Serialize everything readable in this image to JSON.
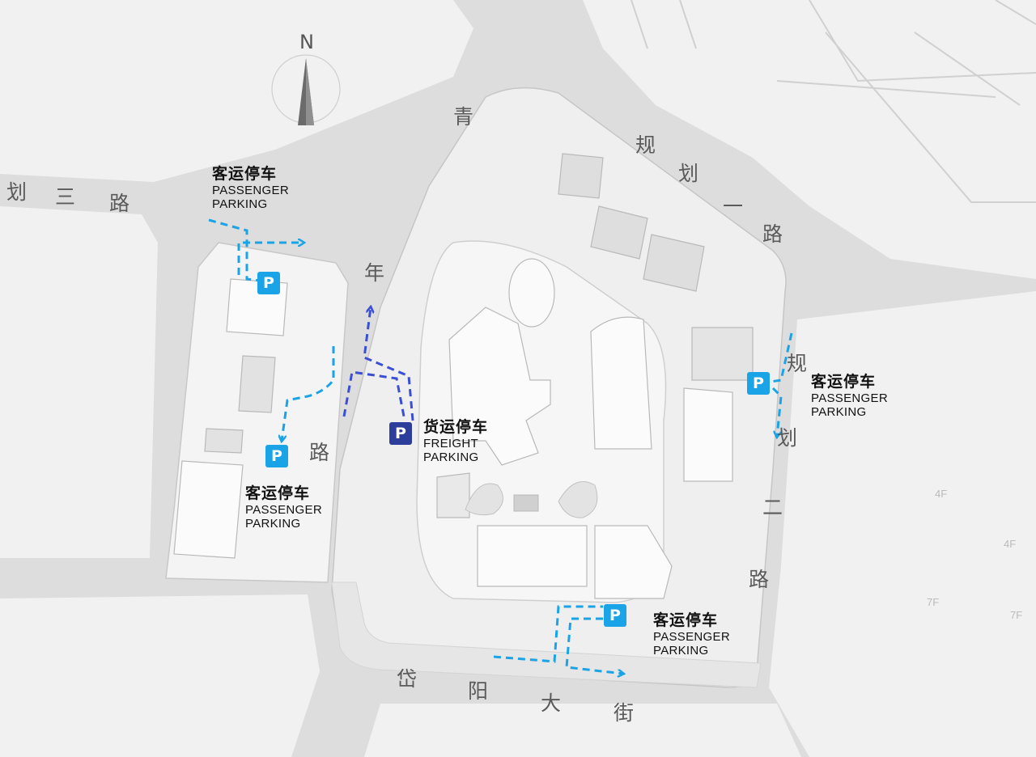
{
  "compass": {
    "label": "N"
  },
  "roads": {
    "r1": [
      "划",
      "三",
      "路"
    ],
    "r2": [
      "青",
      "年"
    ],
    "r3": [
      "规",
      "划",
      "一",
      "路"
    ],
    "r4": [
      "路"
    ],
    "r5": [
      "规",
      "划",
      "二",
      "路"
    ],
    "r6": [
      "岱",
      "阳",
      "大",
      "街"
    ]
  },
  "labels": {
    "p_nw": {
      "cn": "客运停车",
      "en1": "PASSENGER",
      "en2": "PARKING"
    },
    "p_sw": {
      "cn": "客运停车",
      "en1": "PASSENGER",
      "en2": "PARKING"
    },
    "p_e": {
      "cn": "客运停车",
      "en1": "PASSENGER",
      "en2": "PARKING"
    },
    "p_s": {
      "cn": "客运停车",
      "en1": "PASSENGER",
      "en2": "PARKING"
    },
    "freight": {
      "cn": "货运停车",
      "en1": "FREIGHT",
      "en2": "PARKING"
    }
  },
  "parking_icon": {
    "letter": "P"
  },
  "floors": {
    "f1": "4F",
    "f2": "4F",
    "f3": "7F",
    "f4": "7F"
  },
  "colors": {
    "passenger": "#1aa3e6",
    "freight": "#2d3d9c",
    "freight_route": "#3a4fd6"
  }
}
